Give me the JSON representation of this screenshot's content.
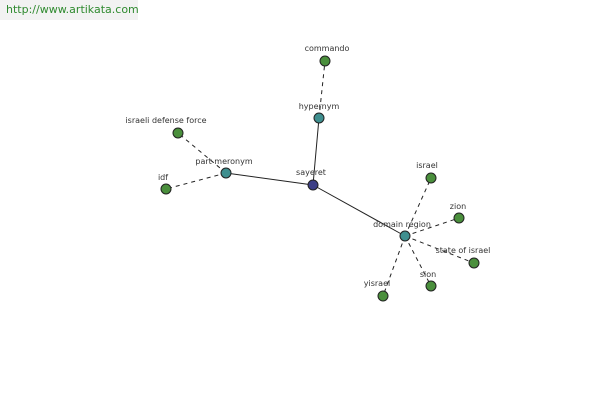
{
  "watermark": "http://www.artikata.com",
  "colors": {
    "leaf": "#4a8f3c",
    "relation": "#3f8f8f",
    "center": "#3d3f86",
    "edge": "#222222",
    "watermark_text": "#2f8a2f"
  },
  "nodes": [
    {
      "id": "sayeret",
      "label": "sayeret",
      "kind": "center"
    },
    {
      "id": "hypernym",
      "label": "hypernym",
      "kind": "relation"
    },
    {
      "id": "part_meronym",
      "label": "part meronym",
      "kind": "relation"
    },
    {
      "id": "domain_region",
      "label": "domain region",
      "kind": "relation"
    },
    {
      "id": "commando",
      "label": "commando",
      "kind": "leaf"
    },
    {
      "id": "israeli_defense_force",
      "label": "israeli defense force",
      "kind": "leaf"
    },
    {
      "id": "idf",
      "label": "idf",
      "kind": "leaf"
    },
    {
      "id": "israel",
      "label": "israel",
      "kind": "leaf"
    },
    {
      "id": "zion",
      "label": "zion",
      "kind": "leaf"
    },
    {
      "id": "state_of_israel",
      "label": "state of israel",
      "kind": "leaf"
    },
    {
      "id": "sion",
      "label": "sion",
      "kind": "leaf"
    },
    {
      "id": "yisrael",
      "label": "yisrael",
      "kind": "leaf"
    }
  ],
  "edges": [
    {
      "from": "sayeret",
      "to": "hypernym",
      "style": "solid"
    },
    {
      "from": "sayeret",
      "to": "part_meronym",
      "style": "solid"
    },
    {
      "from": "sayeret",
      "to": "domain_region",
      "style": "solid"
    },
    {
      "from": "hypernym",
      "to": "commando",
      "style": "dashed"
    },
    {
      "from": "part_meronym",
      "to": "israeli_defense_force",
      "style": "dashed"
    },
    {
      "from": "part_meronym",
      "to": "idf",
      "style": "dashed"
    },
    {
      "from": "domain_region",
      "to": "israel",
      "style": "dashed"
    },
    {
      "from": "domain_region",
      "to": "zion",
      "style": "dashed"
    },
    {
      "from": "domain_region",
      "to": "state_of_israel",
      "style": "dashed"
    },
    {
      "from": "domain_region",
      "to": "sion",
      "style": "dashed"
    },
    {
      "from": "domain_region",
      "to": "yisrael",
      "style": "dashed"
    }
  ]
}
